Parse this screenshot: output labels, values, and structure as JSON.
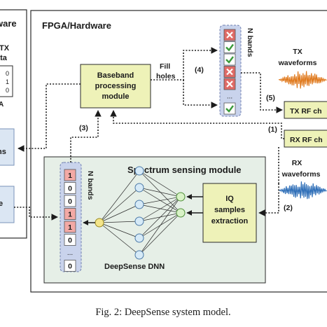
{
  "software": {
    "title_fragment": "ware",
    "tx_data_line1": "TX",
    "tx_data_line2": "ata",
    "bits": [
      "0",
      "1",
      "0"
    ],
    "marker": "A",
    "block1_fragment": "ns",
    "block2_fragment": "e"
  },
  "fpga": {
    "title": "FPGA/Hardware",
    "baseband": {
      "line1": "Baseband",
      "line2": "processing",
      "line3": "module"
    },
    "fill_holes": {
      "line1": "Fill",
      "line2": "holes"
    },
    "steps": {
      "s1": "(1)",
      "s2": "(2)",
      "s3": "(3)",
      "s4": "(4)",
      "s5": "(5)"
    },
    "tx_bands_label": "N bands",
    "tx_bands": [
      "x",
      "check",
      "check",
      "x",
      "x",
      "...",
      "check"
    ],
    "tx_waveforms": {
      "line1": "TX",
      "line2": "waveforms"
    },
    "rx_waveforms": {
      "line1": "RX",
      "line2": "waveforms"
    },
    "tx_rf": "TX RF ch",
    "rx_rf": "RX RF ch"
  },
  "spectrum": {
    "title": "Spectrum sensing module",
    "bands_label": "N bands",
    "bands": [
      "1",
      "0",
      "0",
      "1",
      "1",
      "0",
      "...",
      "0"
    ],
    "iq": {
      "line1": "IQ",
      "line2": "samples",
      "line3": "extraction"
    },
    "dnn_label": "DeepSense DNN"
  },
  "caption": "Fig. 2: DeepSense system model.",
  "colors": {
    "baseband_fill": "#eef2b8",
    "spectrum_fill": "#e6efe7",
    "software_fill": "#dbe6f3",
    "tx_bands_fill": "#c9d3ec",
    "band_one_fill": "#f3a9a5",
    "x_mark_fill": "#df6b67",
    "check_fill": "#3a9a3a",
    "neuron_fill": "#d6eaf7",
    "input_neuron_fill": "#f4e58a",
    "output_neuron_fill": "#d8f2c6",
    "tx_wave": "#e07a1e",
    "rx_wave": "#2f6fb8"
  }
}
